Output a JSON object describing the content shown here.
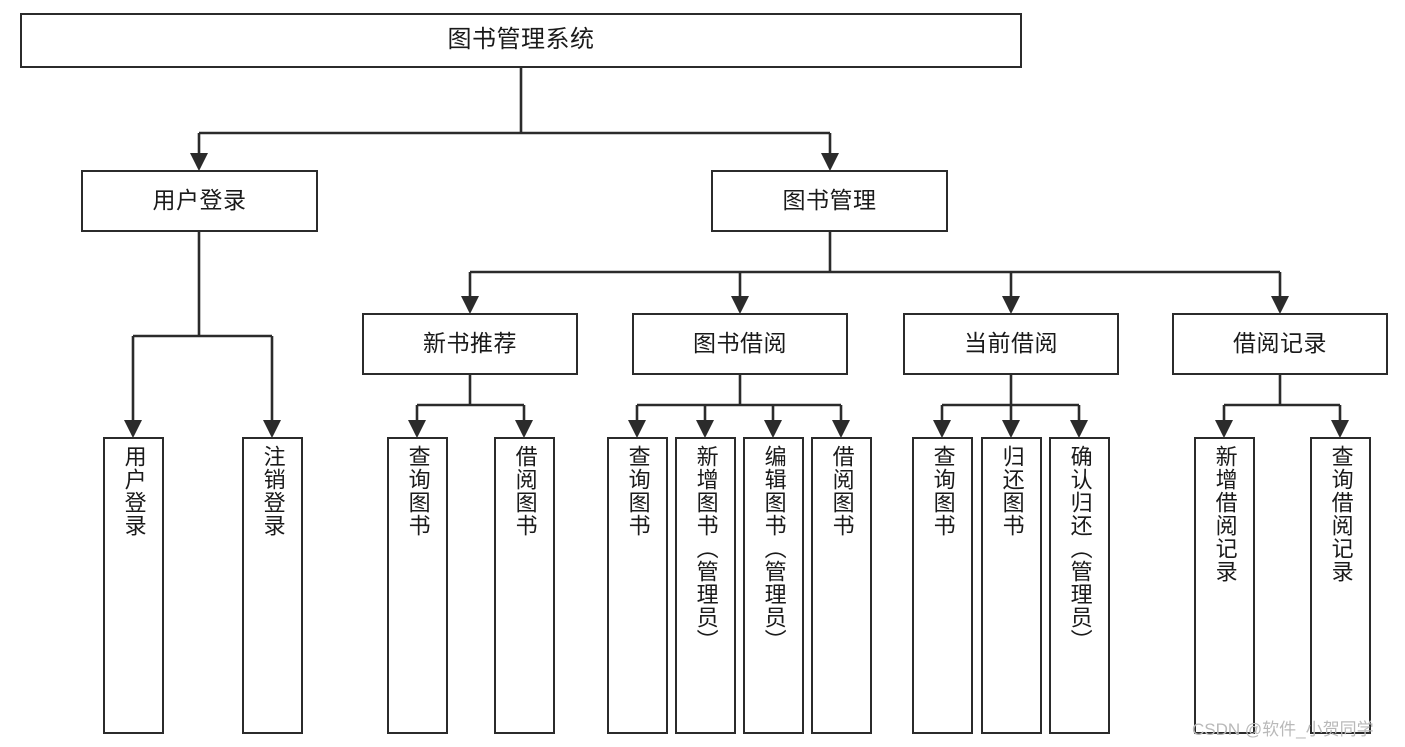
{
  "diagram": {
    "title": "图书管理系统",
    "type": "tree-hierarchy",
    "root": {
      "id": "root",
      "label": "图书管理系统"
    },
    "level1": [
      {
        "id": "user-login",
        "label": "用户登录"
      },
      {
        "id": "book-management",
        "label": "图书管理"
      }
    ],
    "level2": [
      {
        "id": "new-book-recommend",
        "label": "新书推荐",
        "parent": "book-management"
      },
      {
        "id": "book-borrow",
        "label": "图书借阅",
        "parent": "book-management"
      },
      {
        "id": "current-borrow",
        "label": "当前借阅",
        "parent": "book-management"
      },
      {
        "id": "borrow-record",
        "label": "借阅记录",
        "parent": "book-management"
      }
    ],
    "leaves": [
      {
        "id": "leaf-user-login",
        "label": "用户登录",
        "parent": "user-login"
      },
      {
        "id": "leaf-logout-login",
        "label": "注销登录",
        "parent": "user-login"
      },
      {
        "id": "leaf-query-book-1",
        "label": "查询图书",
        "parent": "new-book-recommend"
      },
      {
        "id": "leaf-borrow-book-1",
        "label": "借阅图书",
        "parent": "new-book-recommend"
      },
      {
        "id": "leaf-query-book-2",
        "label": "查询图书",
        "parent": "book-borrow"
      },
      {
        "id": "leaf-add-book",
        "label": "新增图书（管理员）",
        "parent": "book-borrow"
      },
      {
        "id": "leaf-edit-book",
        "label": "编辑图书（管理员）",
        "parent": "book-borrow"
      },
      {
        "id": "leaf-borrow-book-2",
        "label": "借阅图书",
        "parent": "book-borrow"
      },
      {
        "id": "leaf-query-book-3",
        "label": "查询图书",
        "parent": "current-borrow"
      },
      {
        "id": "leaf-return-book",
        "label": "归还图书",
        "parent": "current-borrow"
      },
      {
        "id": "leaf-confirm-return",
        "label": "确认归还（管理员）",
        "parent": "current-borrow"
      },
      {
        "id": "leaf-add-record",
        "label": "新增借阅记录",
        "parent": "borrow-record"
      },
      {
        "id": "leaf-query-record",
        "label": "查询借阅记录",
        "parent": "borrow-record"
      }
    ],
    "watermark": "CSDN @软件_小贺同学",
    "colors": {
      "stroke": "#2b2b2b",
      "background": "#ffffff",
      "text": "#1a1a1a",
      "watermark": "#b9b9b9"
    }
  }
}
